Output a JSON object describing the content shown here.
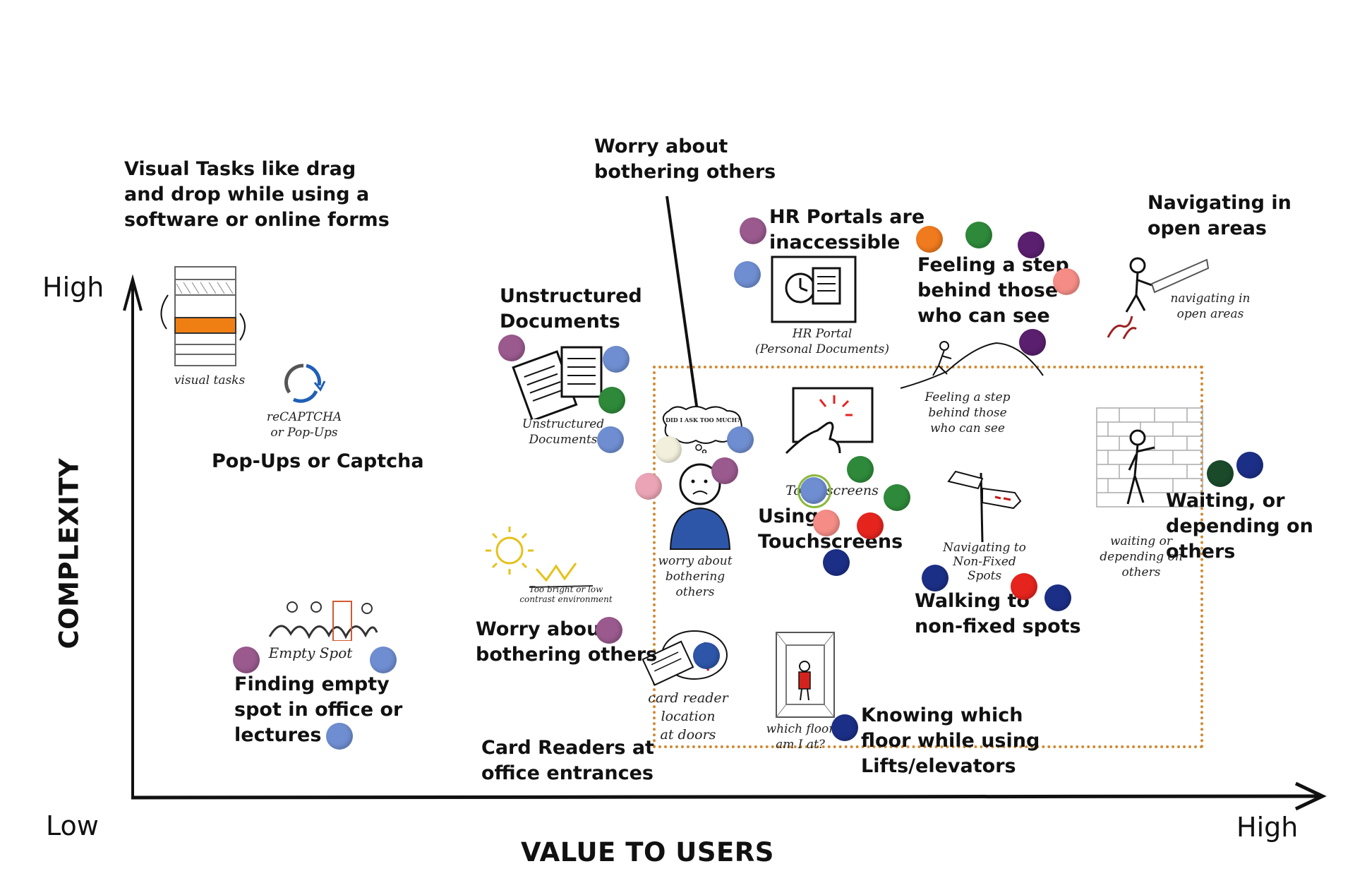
{
  "axes": {
    "y_high": "High",
    "x_low": "Low",
    "x_high": "High",
    "y_title": "COMPLEXITY",
    "x_title": "VALUE TO USERS"
  },
  "labels": {
    "visual_tasks": "Visual Tasks like drag\nand drop while using a\nsoftware or online forms",
    "popups": "Pop-Ups or Captcha",
    "finding_spot": "Finding empty\nspot in office or\nlectures",
    "unstructured": "Unstructured\nDocuments",
    "worry_top": "Worry about\nbothering others",
    "hr_portals": "HR Portals are\ninaccessible",
    "feeling_step": "Feeling a step\nbehind those\nwho can see",
    "navigating_open": "Navigating in\nopen areas",
    "worry_bottom": "Worry abou\nbothering others",
    "card_readers": "Card Readers at\noffice entrances",
    "touchscreens": "Using\nTouchscreens",
    "walking": "Walking to\nnon-fixed spots",
    "waiting": "Waiting, or\ndepending on\nothers",
    "lifts": "Knowing which\nfloor while using\nLifts/elevators"
  },
  "sketch_notes": {
    "visual_tasks": "visual tasks",
    "recaptcha": "reCAPTCHA\nor Pop-Ups",
    "empty_spot": "Empty Spot",
    "unstructured": "Unstructured\nDocuments",
    "hr_portal": "HR Portal\n(Personal Documents)",
    "feeling_step": "Feeling a step\nbehind those\nwho can see",
    "navigating_open": "navigating in\nopen areas",
    "thought_bubble": "DID I ASK TOO MUCH?",
    "worry": "worry about\nbothering\nothers",
    "bright": "Too bright or low\ncontrast environment",
    "touchscreens": "Touchscreens",
    "card_reader": "card reader\nlocation\nat doors",
    "lift": "which floor\nam I at?",
    "navigating_non_fixed": "Navigating to\nNon-Fixed\nSpots",
    "waiting": "waiting or\ndepending on\nothers"
  },
  "colors": {
    "axis": "#111111",
    "zone": "#d08a34",
    "dot_purple": "#9a5a8e",
    "dot_blue": "#6f8ed1",
    "dot_green": "#2e8a3a",
    "dot_navy": "#1c2f86",
    "dot_violet": "#5a1f6e",
    "dot_orange": "#f07a1e",
    "dot_salmon": "#f58d86",
    "dot_pink": "#eaa4b5",
    "dot_red": "#e6241e",
    "dot_cream": "#f2f0dc",
    "highlight_orange": "#f07f13",
    "person_blue": "#2e56a8"
  }
}
